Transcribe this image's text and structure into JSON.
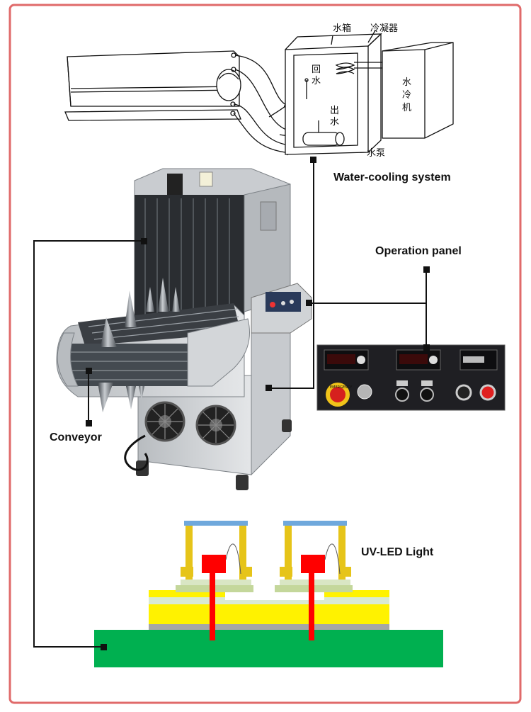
{
  "labels": {
    "water_cooling": "Water-cooling system",
    "operation_panel": "Operation panel",
    "conveyor": "Conveyor",
    "uv_led": "UV-LED Light"
  },
  "sketch_labels": {
    "water_tank": "水箱",
    "condenser": "冷凝器",
    "return_water": "回\n水",
    "outlet_water": "出\n水",
    "water_pump": "水泵",
    "chiller": "水\n冷\n机"
  },
  "panel_labels": {
    "emergency": "EMERGENCY"
  },
  "colors": {
    "frame_border": "#e06a6a",
    "substrate": "#00b050",
    "chip": "#ff0000",
    "yellow": "#fff200",
    "gold_leads": "#e6c419",
    "top_bar": "#6fa8dc"
  }
}
